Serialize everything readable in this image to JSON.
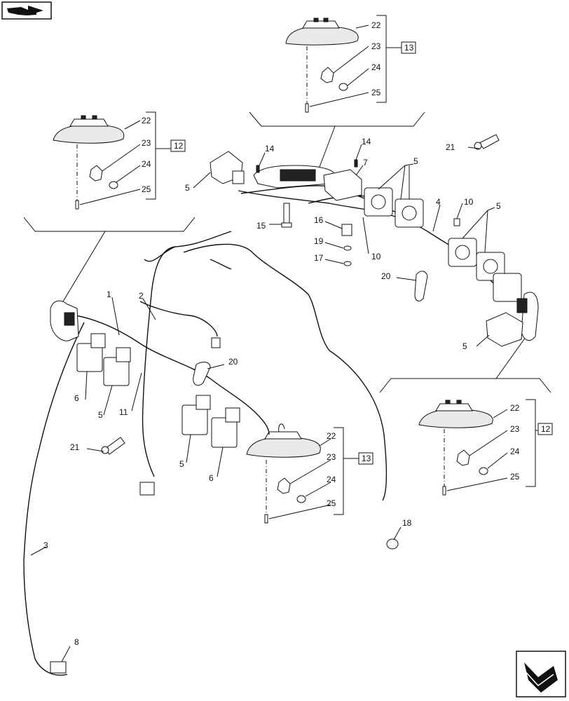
{
  "nav": {
    "prev_icon": "hand-pointer-left-icon",
    "next_icon": "arrow-next-icon"
  },
  "labels": {
    "d1_22": "22",
    "d1_23": "23",
    "d1_24": "24",
    "d1_25": "25",
    "d1_ref": "13",
    "d2_22": "22",
    "d2_23": "23",
    "d2_24": "24",
    "d2_25": "25",
    "d2_ref": "12",
    "d3_22": "22",
    "d3_23": "23",
    "d3_24": "24",
    "d3_25": "25",
    "d3_ref": "12",
    "d4_22": "22",
    "d4_23": "23",
    "d4_24": "24",
    "d4_25": "25",
    "d4_ref": "13",
    "p21a": "21",
    "p21b": "21",
    "p14a": "14",
    "p14b": "14",
    "p5a": "5",
    "p5b": "5",
    "p5c": "5",
    "p5d": "5",
    "p5e": "5",
    "p5f": "5",
    "p7": "7",
    "p4": "4",
    "p10a": "10",
    "p10b": "10",
    "p15": "15",
    "p16": "16",
    "p19": "19",
    "p17": "17",
    "p20a": "20",
    "p20b": "20",
    "p1": "1",
    "p2": "2",
    "p6a": "6",
    "p6b": "6",
    "p11": "11",
    "p3": "3",
    "p8": "8",
    "p18": "18"
  }
}
